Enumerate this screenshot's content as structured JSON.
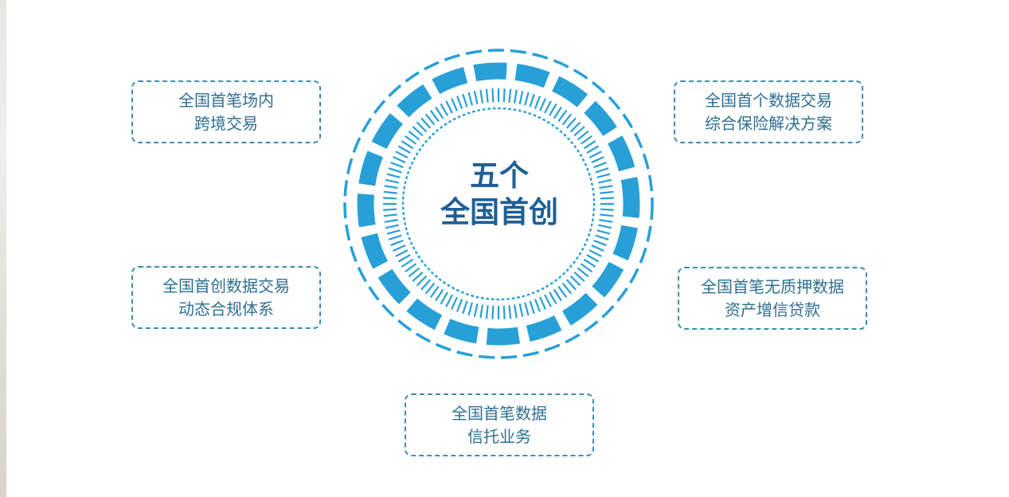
{
  "center": {
    "line1": "五个",
    "line2": "全国首创"
  },
  "features": [
    {
      "line1": "全国首笔场内",
      "line2": "跨境交易"
    },
    {
      "line1": "全国首个数据交易",
      "line2": "综合保险解决方案"
    },
    {
      "line1": "全国首创数据交易",
      "line2": "动态合规体系"
    },
    {
      "line1": "全国首笔无质押数据",
      "line2": "资产增信贷款"
    },
    {
      "line1": "全国首笔数据",
      "line2": "信托业务"
    }
  ],
  "colors": {
    "ring": "#27a0d8",
    "text": "#2d6f92",
    "title": "#1f5f95",
    "border": "#3a8fb3"
  }
}
